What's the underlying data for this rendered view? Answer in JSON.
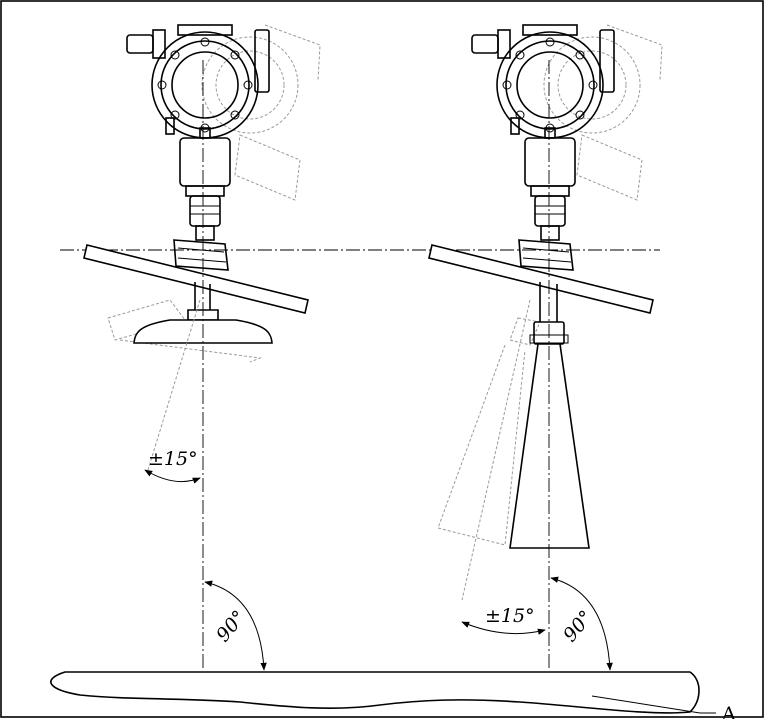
{
  "labels": {
    "left_tilt_angle": "±15°",
    "left_right_angle": "90°",
    "right_tilt_angle": "±15°",
    "right_right_angle": "90°",
    "surface_callout": "A"
  }
}
